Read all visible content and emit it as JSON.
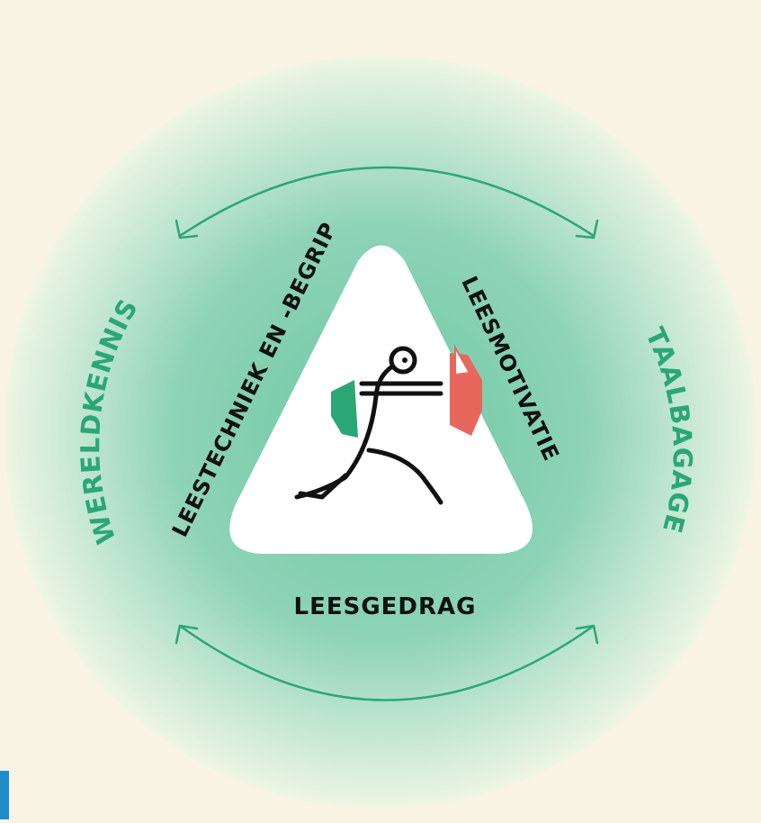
{
  "diagram": {
    "labels": {
      "left_outer": "WERELDKENNIS",
      "right_outer": "TAALBAGAGE",
      "triangle_left": "LEESTECHNIEK EN -BEGRIP",
      "triangle_right": "LEESMOTIVATIE",
      "bottom": "LEESGEDRAG"
    },
    "colors": {
      "background": "#f8f3e5",
      "circle_outer": "#dcefdc",
      "circle_inner": "#8fd4b8",
      "accent_green": "#2aa775",
      "accent_red": "#e8675d",
      "text_dark": "#111111",
      "edge_bar": "#1f8ec8"
    },
    "icons": {
      "center": "running-reader-icon",
      "arrows": "curved-double-arrow-icon"
    }
  }
}
